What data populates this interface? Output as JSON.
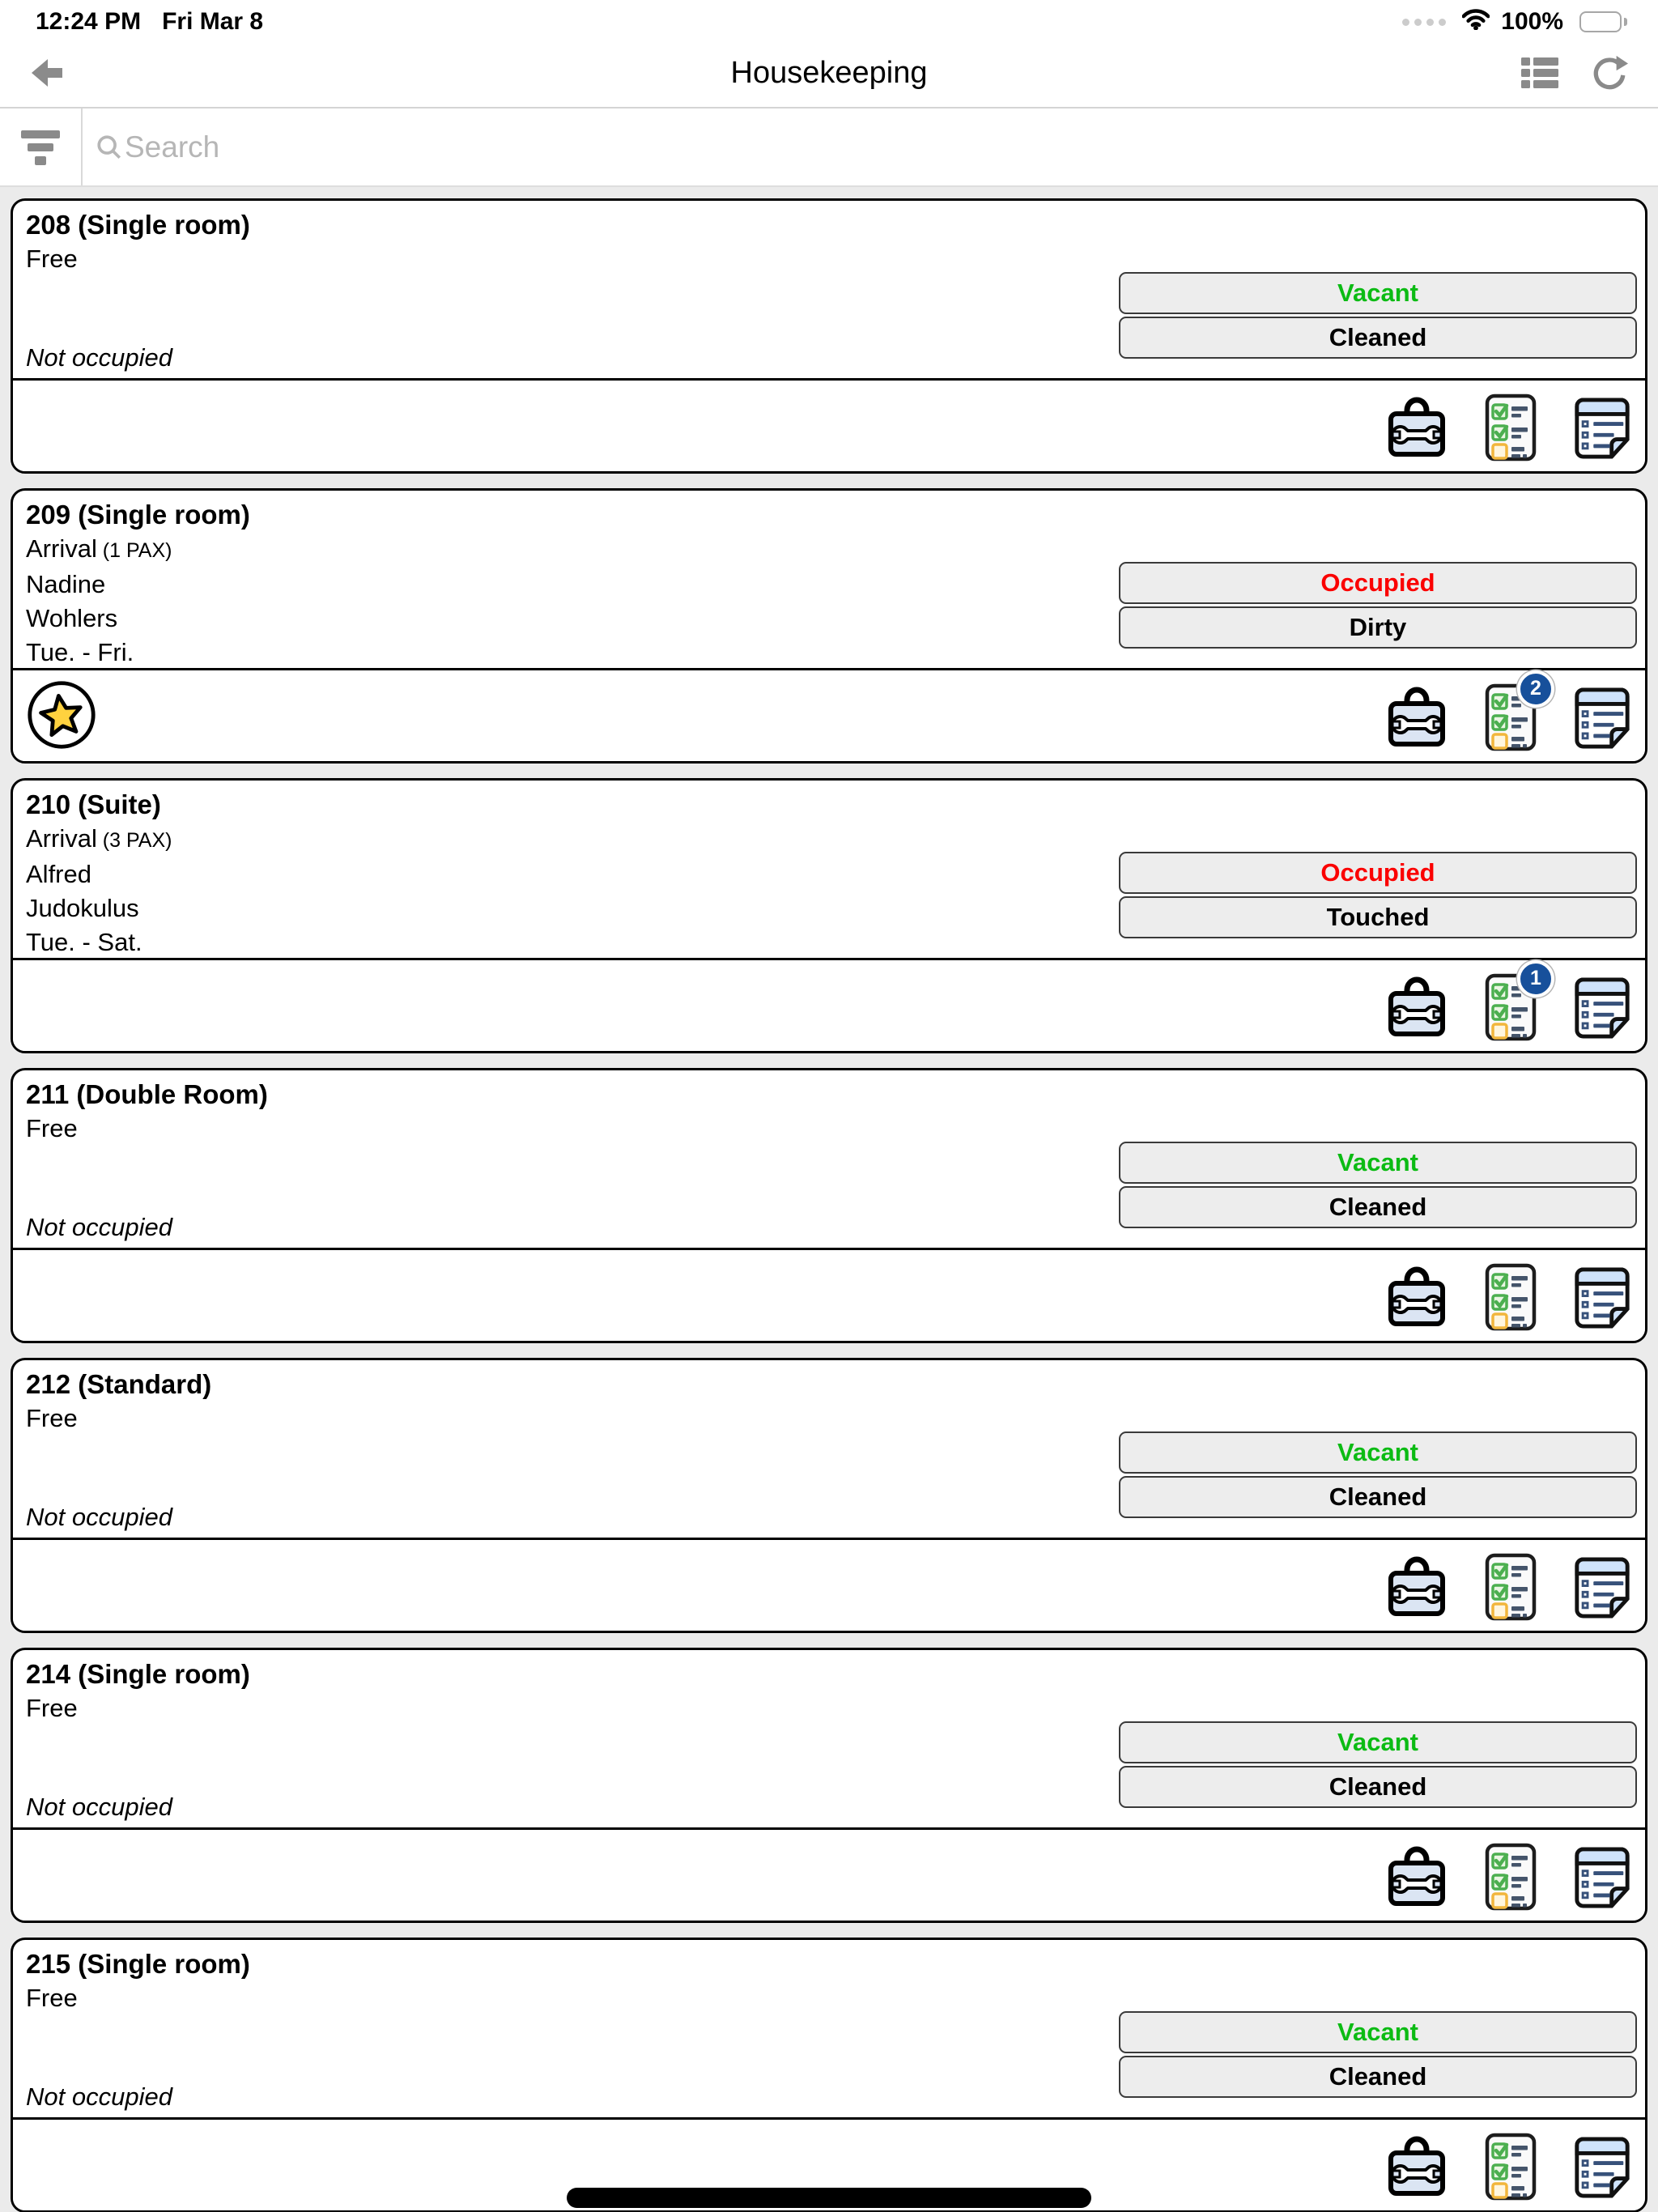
{
  "status_bar": {
    "time": "12:24 PM",
    "date": "Fri Mar 8",
    "battery_percent": "100%"
  },
  "header": {
    "title": "Housekeeping"
  },
  "search": {
    "placeholder": "Search"
  },
  "icons": {
    "back": "back-arrow-icon",
    "list_view": "list-view-icon",
    "refresh": "refresh-icon",
    "filter": "filter-funnel-icon",
    "search": "magnifier-icon",
    "wifi": "wifi-icon",
    "battery": "battery-icon",
    "cellular": "cellular-dots-icon",
    "maintenance": "toolbox-wrench-icon",
    "checklist": "task-checklist-icon",
    "notes": "notes-document-icon",
    "vip": "vip-star-icon"
  },
  "colors": {
    "vacant_green": "#0cbb14",
    "occupied_red": "#fb0000",
    "badge_blue": "#17509b",
    "card_border": "#000000",
    "page_background": "#ebebeb"
  },
  "rooms": [
    {
      "title": "208 (Single room)",
      "occupancy": "Free",
      "pax": "",
      "guest_first": "",
      "guest_last": "",
      "dates": "",
      "note": "Not occupied",
      "status_primary": "Vacant",
      "status_primary_color": "green",
      "status_secondary": "Cleaned",
      "vip": false,
      "checklist_badge": ""
    },
    {
      "title": "209 (Single room)",
      "occupancy": "Arrival",
      "pax": "(1 PAX)",
      "guest_first": "Nadine",
      "guest_last": "Wohlers",
      "dates": "Tue. - Fri.",
      "note": "",
      "status_primary": "Occupied",
      "status_primary_color": "red",
      "status_secondary": "Dirty",
      "vip": true,
      "checklist_badge": "2"
    },
    {
      "title": "210 (Suite)",
      "occupancy": "Arrival",
      "pax": "(3 PAX)",
      "guest_first": "Alfred",
      "guest_last": "Judokulus",
      "dates": "Tue. - Sat.",
      "note": "",
      "status_primary": "Occupied",
      "status_primary_color": "red",
      "status_secondary": "Touched",
      "vip": false,
      "checklist_badge": "1"
    },
    {
      "title": "211 (Double Room)",
      "occupancy": "Free",
      "pax": "",
      "guest_first": "",
      "guest_last": "",
      "dates": "",
      "note": "Not occupied",
      "status_primary": "Vacant",
      "status_primary_color": "green",
      "status_secondary": "Cleaned",
      "vip": false,
      "checklist_badge": ""
    },
    {
      "title": "212 (Standard)",
      "occupancy": "Free",
      "pax": "",
      "guest_first": "",
      "guest_last": "",
      "dates": "",
      "note": "Not occupied",
      "status_primary": "Vacant",
      "status_primary_color": "green",
      "status_secondary": "Cleaned",
      "vip": false,
      "checklist_badge": ""
    },
    {
      "title": "214 (Single room)",
      "occupancy": "Free",
      "pax": "",
      "guest_first": "",
      "guest_last": "",
      "dates": "",
      "note": "Not occupied",
      "status_primary": "Vacant",
      "status_primary_color": "green",
      "status_secondary": "Cleaned",
      "vip": false,
      "checklist_badge": ""
    },
    {
      "title": "215 (Single room)",
      "occupancy": "Free",
      "pax": "",
      "guest_first": "",
      "guest_last": "",
      "dates": "",
      "note": "Not occupied",
      "status_primary": "Vacant",
      "status_primary_color": "green",
      "status_secondary": "Cleaned",
      "vip": false,
      "checklist_badge": ""
    }
  ]
}
